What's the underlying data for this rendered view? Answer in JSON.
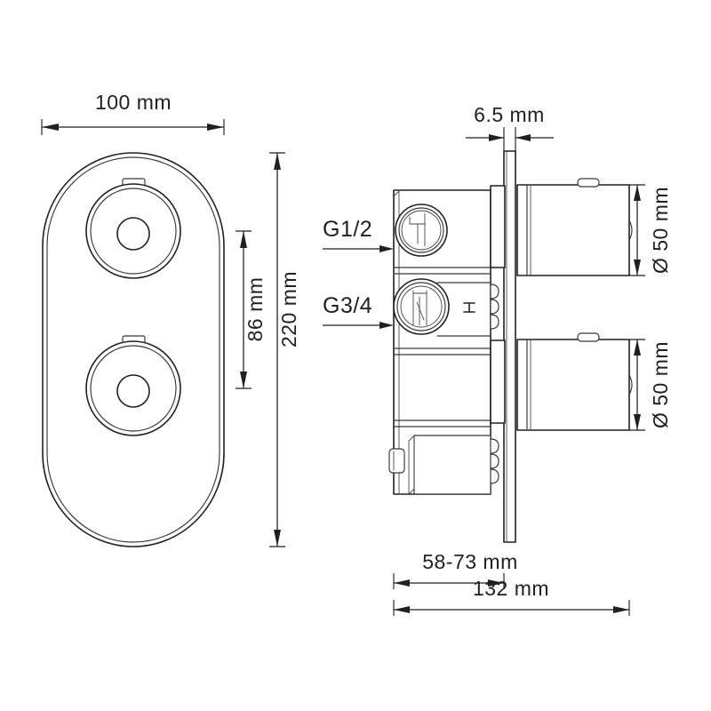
{
  "drawing": {
    "title": "Concealed thermostatic shower mixer dimensional drawing",
    "units": "mm",
    "line_color": "#231f20",
    "background_color": "#ffffff",
    "views": [
      {
        "name": "front-view",
        "description": "Oval escutcheon plate with two round control knobs"
      },
      {
        "name": "side-section-view",
        "description": "Side cross-section of valve body with wall flange and two knob cylinders"
      }
    ]
  },
  "dimensions": {
    "plate_width": "100 mm",
    "knob_spacing": "86 mm",
    "plate_height": "220 mm",
    "flange_thickness": "6.5 mm",
    "knob_diameter_top": "Ø 50 mm",
    "knob_diameter_bottom": "Ø 50 mm",
    "recess_depth_range": "58-73 mm",
    "total_depth": "132 mm"
  },
  "labels": {
    "inlet_outlet_top": "G1/2",
    "inlet_outlet_bottom": "G3/4",
    "hot_marker": "H"
  },
  "chart_data": {
    "type": "table",
    "title": "Concealed thermostatic shower mixer dimensional drawing",
    "categories": [
      "plate width",
      "knob spacing",
      "plate height",
      "flange thickness",
      "top knob diameter",
      "bottom knob diameter",
      "recess depth range",
      "total depth"
    ],
    "values": [
      100,
      86,
      220,
      6.5,
      50,
      50,
      "58-73",
      132
    ],
    "value_labels": [
      "100 mm",
      "86 mm",
      "220 mm",
      "6.5 mm",
      "Ø 50 mm",
      "Ø 50 mm",
      "58-73 mm",
      "132 mm"
    ],
    "annotations": [
      "G1/2",
      "G3/4",
      "H"
    ],
    "xlabel": "",
    "ylabel": "",
    "grid": false,
    "legend": "none"
  }
}
